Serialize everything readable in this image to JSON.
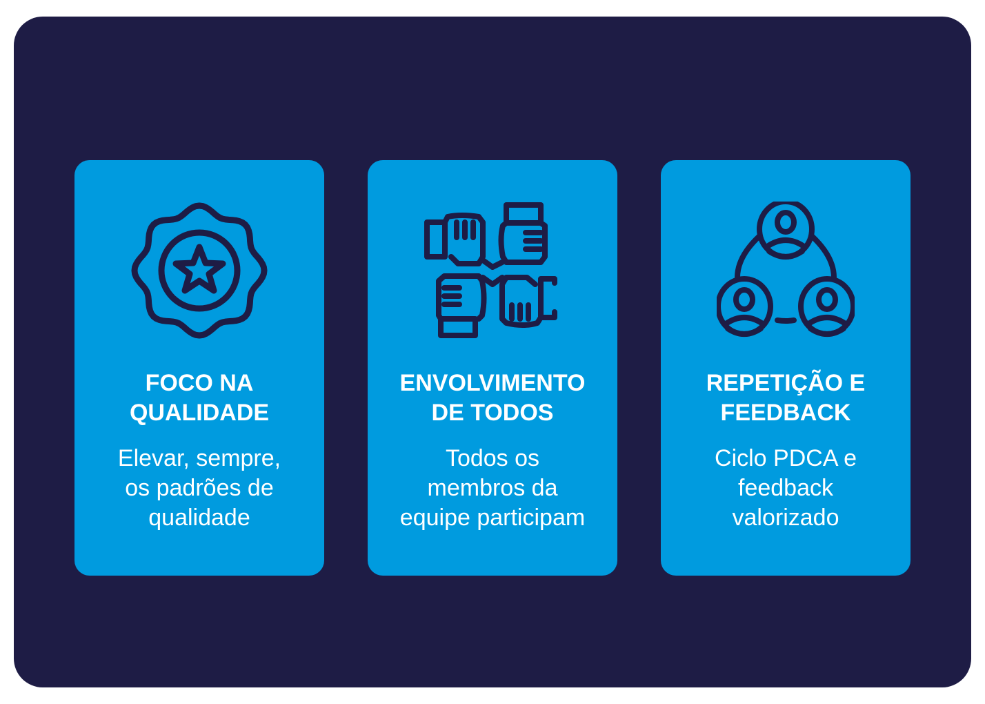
{
  "colors": {
    "background": "#1e1c45",
    "card": "#009bdf",
    "text": "#ffffff"
  },
  "cards": [
    {
      "icon": "award-badge-star-icon",
      "title": [
        "FOCO NA",
        "QUALIDADE"
      ],
      "desc": [
        "Elevar, sempre,",
        "os padrões de",
        "qualidade"
      ]
    },
    {
      "icon": "teamwork-hands-icon",
      "title": [
        "ENVOLVIMENTO",
        "DE TODOS"
      ],
      "desc": [
        "Todos os",
        "membros da",
        "equipe participam"
      ]
    },
    {
      "icon": "people-cycle-icon",
      "title": [
        "REPETIÇÃO E",
        "FEEDBACK"
      ],
      "desc": [
        "Ciclo PDCA e",
        "feedback",
        "valorizado"
      ]
    }
  ]
}
